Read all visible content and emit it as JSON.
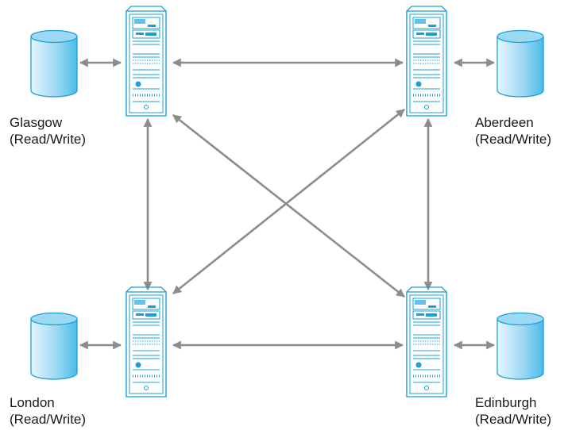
{
  "sites": [
    {
      "id": "glasgow",
      "name": "Glasgow",
      "access": "(Read/Write)"
    },
    {
      "id": "aberdeen",
      "name": "Aberdeen",
      "access": "(Read/Write)"
    },
    {
      "id": "london",
      "name": "London",
      "access": "(Read/Write)"
    },
    {
      "id": "edinburgh",
      "name": "Edinburgh",
      "access": "(Read/Write)"
    }
  ],
  "colors": {
    "connector": "#8c8c8c",
    "server_outline": "#1aa0d8",
    "server_fill": "#ffffff",
    "server_panel": "#5fc3ec",
    "database_top": "#9ed9f3",
    "database_body_light": "#e6f6fd",
    "database_body_dark": "#5fc3ec",
    "database_outline": "#1aa0d8"
  },
  "icons": {
    "server": "server-tower-icon",
    "database": "database-cylinder-icon"
  }
}
